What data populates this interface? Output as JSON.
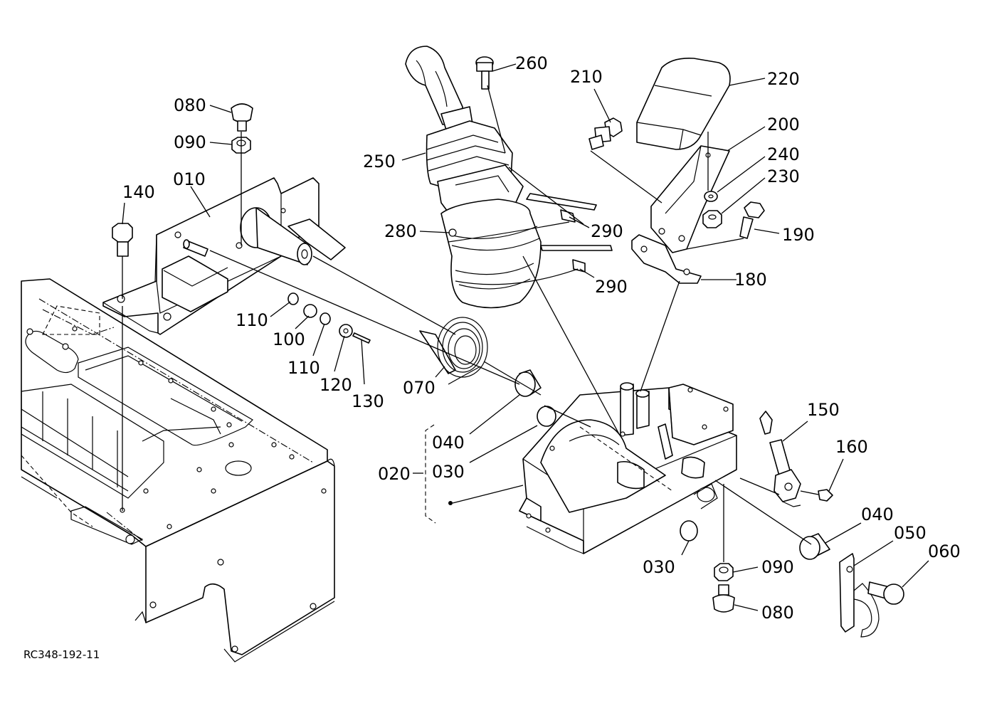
{
  "drawing_code": "RC348-192-11",
  "parts": [
    {
      "id": "p010",
      "label": "010"
    },
    {
      "id": "p080a",
      "label": "080"
    },
    {
      "id": "p090a",
      "label": "090"
    },
    {
      "id": "p140",
      "label": "140"
    },
    {
      "id": "p110a",
      "label": "110"
    },
    {
      "id": "p100",
      "label": "100"
    },
    {
      "id": "p110b",
      "label": "110"
    },
    {
      "id": "p120",
      "label": "120"
    },
    {
      "id": "p130",
      "label": "130"
    },
    {
      "id": "p070",
      "label": "070"
    },
    {
      "id": "p040a",
      "label": "040"
    },
    {
      "id": "p030a",
      "label": "030"
    },
    {
      "id": "p020",
      "label": "020"
    },
    {
      "id": "p250",
      "label": "250"
    },
    {
      "id": "p260",
      "label": "260"
    },
    {
      "id": "p280",
      "label": "280"
    },
    {
      "id": "p290a",
      "label": "290"
    },
    {
      "id": "p290b",
      "label": "290"
    },
    {
      "id": "p210",
      "label": "210"
    },
    {
      "id": "p220",
      "label": "220"
    },
    {
      "id": "p200",
      "label": "200"
    },
    {
      "id": "p240",
      "label": "240"
    },
    {
      "id": "p230",
      "label": "230"
    },
    {
      "id": "p190",
      "label": "190"
    },
    {
      "id": "p180",
      "label": "180"
    },
    {
      "id": "p150",
      "label": "150"
    },
    {
      "id": "p160",
      "label": "160"
    },
    {
      "id": "p030b",
      "label": "030"
    },
    {
      "id": "p090b",
      "label": "090"
    },
    {
      "id": "p080b",
      "label": "080"
    },
    {
      "id": "p040b",
      "label": "040"
    },
    {
      "id": "p050",
      "label": "050"
    },
    {
      "id": "p060",
      "label": "060"
    }
  ]
}
